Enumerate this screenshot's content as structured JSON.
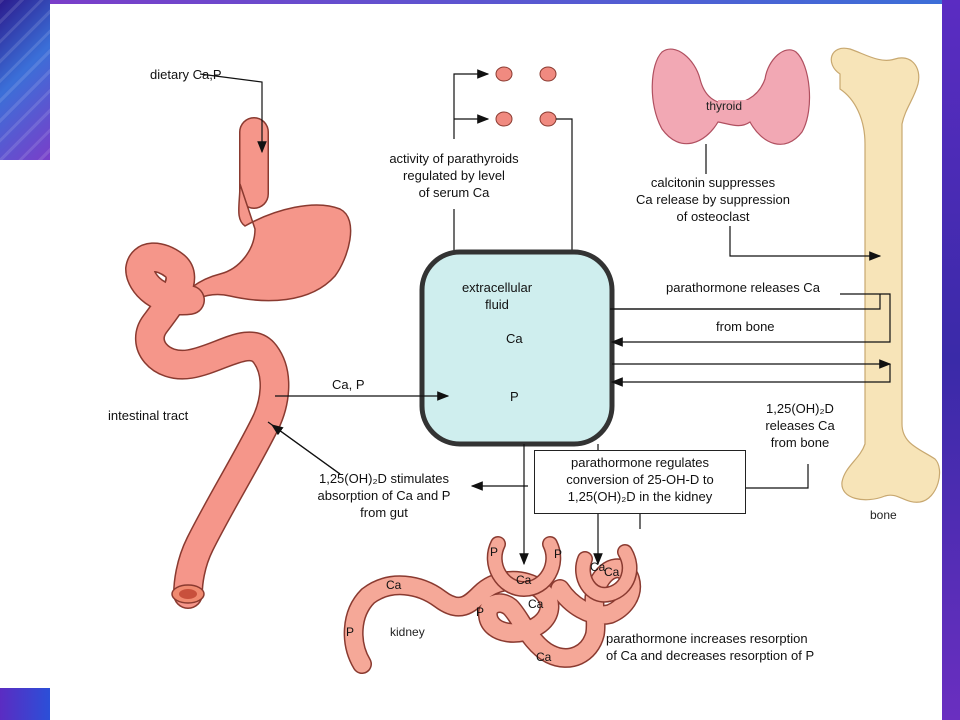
{
  "labels": {
    "dietary": "dietary Ca,P",
    "intestinal_tract": "intestinal tract",
    "ca_p_arrow": "Ca, P",
    "vitd_gut": [
      "1,25(OH)₂D stimulates",
      "absorption of Ca and P",
      "from gut"
    ],
    "parathyroid_activity": [
      "activity of parathyroids",
      "regulated by level",
      "of serum Ca"
    ],
    "thyroid": "thyroid",
    "calcitonin": [
      "calcitonin suppresses",
      "Ca release by suppression",
      "of osteoclast"
    ],
    "ecf": [
      "extracellular",
      "fluid"
    ],
    "ecf_ca": "Ca",
    "ecf_p": "P",
    "pth_bone": [
      "parathormone releases Ca",
      "from bone"
    ],
    "vitd_bone": [
      "1,25(OH)₂D",
      "releases Ca",
      "from bone"
    ],
    "bone": "bone",
    "pth_kidney_box": [
      "parathormone regulates",
      "conversion of 25-OH-D to",
      "1,25(OH)₂D in the kidney"
    ],
    "kidney": "kidney",
    "pth_resorption": [
      "parathormone increases resorption",
      "of Ca and decreases resorption of P"
    ],
    "kidney_marks": [
      "P",
      "P",
      "Ca",
      "Ca",
      "P",
      "Ca",
      "Ca",
      "P",
      "Ca",
      "Ca"
    ]
  },
  "colors": {
    "gut": "#f5968a",
    "gut_outline": "#8a3a30",
    "thyroid": "#f2a8b4",
    "bone": "#f7e4b8",
    "ecf": "#cfeeee",
    "parathyroid": "#f08a80",
    "accent_purple": "#5b2cc2"
  }
}
